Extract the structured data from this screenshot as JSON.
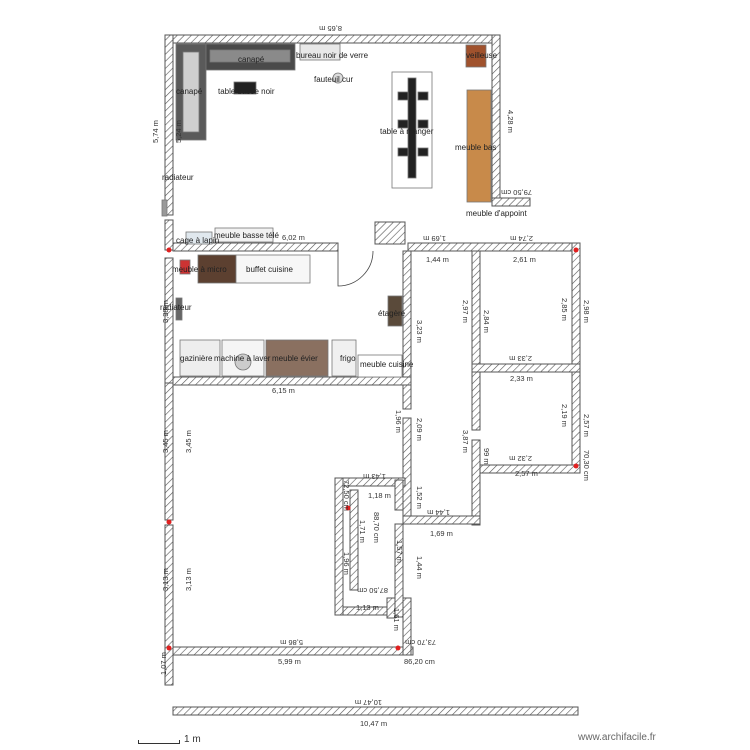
{
  "rooms_labels": {
    "canape_top": "canapé",
    "canape_left": "canapé",
    "table_basse": "table basse noir",
    "bureau": "bureau noir de verre",
    "fauteuil": "fauteuil cur",
    "table_manger": "table à manger",
    "meuble_bas": "meuble bas",
    "meuble_appoint": "meuble d'appoint",
    "veilleuse": "veilleuse",
    "radiateur_1": "radiateur",
    "radiateur_2": "radiateur",
    "meuble_tele": "meuble basse télé",
    "cage_a_lapin": "cage à lapin",
    "meuble_micro": "meuble à micro",
    "buffet": "buffet cuisine",
    "etagere": "étagère",
    "gaziniere": "gazinière",
    "machine_laver": "machine à laver",
    "meuble_evier": "meuble évier",
    "frigo": "frigo",
    "meuble_cuisine": "meuble cuisine"
  },
  "dims": {
    "d865": "8,65 m",
    "d574": "5,74 m",
    "d524": "5,24 m",
    "d428": "4,28 m",
    "d7950a": "79,50 cm",
    "d602": "6,02 m",
    "d169a": "1,69 m",
    "d144a": "1,44 m",
    "d274": "2,74 m",
    "d261": "2,61 m",
    "d338": "3,38 m",
    "d323": "3,23 m",
    "d297": "2,97 m",
    "d284": "2,84 m",
    "d285": "2,85 m",
    "d298": "2,98 m",
    "d233a": "2,33 m",
    "d233b": "2,33 m",
    "d615": "6,15 m",
    "d196a": "1,96 m",
    "d209": "2,09 m",
    "d387": "3,87 m",
    "d219": "2,19 m",
    "d257a": "2,57 m",
    "d232": "2,32 m",
    "d257b": "2,57 m",
    "d7030": "70,30 cm",
    "d99": "99 m",
    "d345a": "3,45 m",
    "d345b": "3,45 m",
    "d143": "1,43 m",
    "d118": "1,18 m",
    "d7250": "72,50 cm",
    "d152": "1,52 m",
    "d144b": "1,44 m",
    "d169b": "1,69 m",
    "d8870": "88,70 cm",
    "d171": "1,71 m",
    "d196b": "1,96 m",
    "d157": "1,57 m",
    "d144c": "1,44 m",
    "d8750": "87,50 cm",
    "d113": "1,13 m",
    "d161": "1,61 m",
    "d313a": "3,13 m",
    "d313b": "3,13 m",
    "d586": "5,86 m",
    "d599": "5,99 m",
    "d8620": "86,20 cm",
    "d7370": "73,70 cm",
    "d107": "1,07 m",
    "d1047a": "10,47 m",
    "d1047b": "10,47 m"
  },
  "footer": {
    "scale": "1 m",
    "brand": "www.archifacile.fr"
  },
  "colors": {
    "wall_fill": "#ffffff",
    "hatch": "#555555",
    "marker": "#e02020",
    "wood": "#c88a4a"
  }
}
